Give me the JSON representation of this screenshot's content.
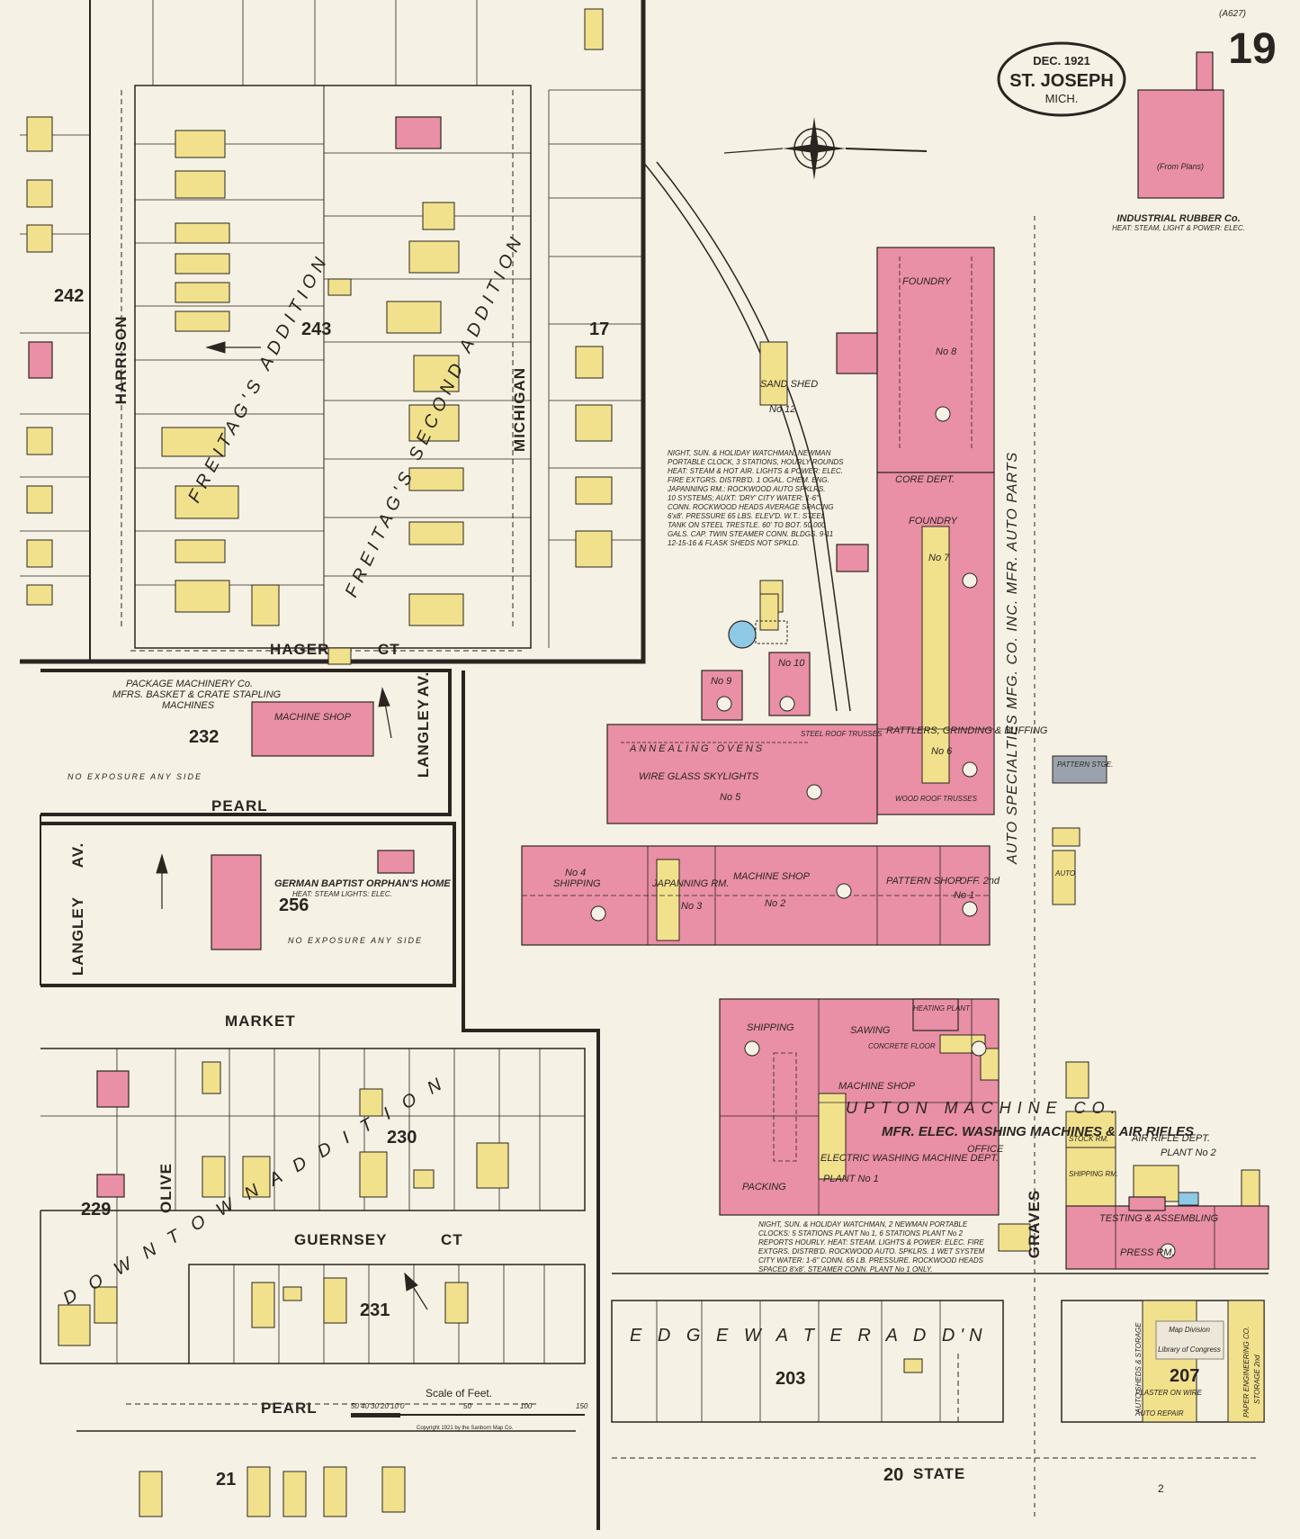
{
  "sheet": {
    "sheet_number": "19",
    "corner_code": "(A627)",
    "cartouche": {
      "date": "DEC. 1921",
      "city": "ST. JOSEPH",
      "state": "MICH."
    },
    "copyright": "Copyright 1921 by the Sanborn Map Co.",
    "bottom_number": "2",
    "library_stamp": {
      "line1": "Map Division",
      "line2": "Library of Congress"
    }
  },
  "streets": {
    "harrison": "HARRISON",
    "michigan": "MICHIGAN",
    "hager": "HAGER",
    "hager_ct": "CT",
    "pearl_upper": "PEARL",
    "pearl_lower": "PEARL",
    "langley_upper": "LANGLEY",
    "langley_upper_av": "AV.",
    "langley_lower": "LANGLEY",
    "langley_lower_av": "AV.",
    "market": "MARKET",
    "olive": "OLIVE",
    "guernsey": "GUERNSEY",
    "guernsey_ct": "CT",
    "graves": "GRAVES",
    "state": "STATE"
  },
  "additions": {
    "freitag": "FREITAG'S ADDITION",
    "freitag_second": "FREITAG'S SECOND ADDITION",
    "edgewater": "E D G E W A T E R   A D D'N",
    "downtown": "D O W N   T O W N   A D D I T I O N"
  },
  "block_numbers": {
    "b242": "242",
    "b243": "243",
    "b17": "17",
    "b232": "232",
    "b256": "256",
    "b230": "230",
    "b229": "229",
    "b231": "231",
    "b203": "203",
    "b207": "207",
    "b21": "21",
    "b20": "20"
  },
  "businesses": {
    "industrial_rubber": {
      "name": "INDUSTRIAL RUBBER Co.",
      "note": "HEAT: STEAM, LIGHT & POWER: ELEC.",
      "plan_note": "(From Plans)"
    },
    "package_machinery": {
      "name": "PACKAGE MACHINERY Co.",
      "line2": "MFRS. BASKET & CRATE STAPLING",
      "line3": "MACHINES",
      "building": "MACHINE SHOP",
      "exposure": "NO EXPOSURE ANY SIDE"
    },
    "orphans_home": {
      "name": "GERMAN BAPTIST ORPHAN'S HOME",
      "heat": "HEAT: STEAM   LIGHTS: ELEC.",
      "exposure": "NO EXPOSURE ANY SIDE"
    },
    "auto_specialties": {
      "name": "AUTO SPECIALTIES MFG. CO. INC. MFR. AUTO PARTS",
      "foundry8": "FOUNDRY",
      "no8": "No 8",
      "core": "CORE DEPT.",
      "foundry7": "FOUNDRY",
      "no7": "No 7",
      "rattlers": "RATTLERS, GRINDING & BUFFING",
      "no6": "No 6",
      "annealing": "ANNEALING OVENS",
      "skylights": "WIRE GLASS SKYLIGHTS",
      "no5": "No 5",
      "shipping": "SHIPPING",
      "no4": "No 4",
      "japanning": "JAPANNING RM.",
      "no3": "No 3",
      "machine_shop": "MACHINE SHOP",
      "no2": "No 2",
      "pattern_shop": "PATTERN SHOP",
      "off": "OFF. 2nd",
      "no1": "No 1",
      "sand_shed": "SAND SHED",
      "no12": "No 12",
      "no9": "No 9",
      "no10": "No 10",
      "steel_trusses": "STEEL ROOF TRUSSES",
      "wood_trusses": "WOOD ROOF TRUSSES",
      "notes": [
        "NIGHT, SUN. & HOLIDAY WATCHMAN, NEWMAN",
        "PORTABLE CLOCK, 3 STATIONS, HOURLY ROUNDS",
        "HEAT: STEAM & HOT AIR. LIGHTS & POWER: ELEC.",
        "FIRE EXTGRS. DISTRB'D. 1 OGAL. CHEM. ENG.",
        "JAPANNING RM.: ROCKWOOD AUTO SPKLRS.",
        "10 SYSTEMS; AUXT: 'DRY' CITY WATER: 1-6\"",
        "CONN. ROCKWOOD HEADS AVERAGE SPACING",
        "6'x8'. PRESSURE 65 LBS. ELEV'D. W.T.: STEEL",
        "TANK ON STEEL TRESTLE. 60' TO BOT. 50,000",
        "GALS. CAP. TWIN STEAMER CONN. BLDGS. 9-11",
        "12-15-16 & FLASK SHEDS NOT SPKLD."
      ]
    },
    "upton": {
      "name": "UPTON MACHINE CO.",
      "subtitle": "MFR. ELEC. WASHING MACHINES & AIR RIFLES",
      "shipping": "SHIPPING",
      "sawing": "SAWING",
      "concrete": "CONCRETE FLOOR",
      "machine_shop": "MACHINE SHOP",
      "washing_dept": "ELECTRIC WASHING MACHINE DEPT.",
      "plant1": "PLANT No 1",
      "packing": "PACKING",
      "office": "OFFICE",
      "heating": "HEATING PLANT",
      "air_rifle": "AIR RIFLE DEPT.",
      "plant2": "PLANT No 2",
      "stock": "STOCK RM.",
      "shipping2": "SHIPPING RM.",
      "testing": "TESTING & ASSEMBLING",
      "press": "PRESS RM.",
      "notes": [
        "NIGHT, SUN. & HOLIDAY WATCHMAN, 2 NEWMAN PORTABLE",
        "CLOCKS: 5 STATIONS PLANT No 1, 6 STATIONS PLANT No 2",
        "REPORTS HOURLY. HEAT: STEAM. LIGHTS & POWER: ELEC. FIRE",
        "EXTGRS. DISTRB'D. ROCKWOOD AUTO. SPKLRS. 1 WET SYSTEM",
        "CITY WATER: 1-6\" CONN. 65 LB. PRESSURE. ROCKWOOD HEADS",
        "SPACED 8'x8'. STEAMER CONN. PLANT No 1 ONLY."
      ]
    },
    "paper_eng": {
      "name": "PAPER ENGINEERING CO.",
      "line2": "STORAGE 2nd"
    },
    "auto_sheds": {
      "name": "AUTO SHEDS & STORAGE",
      "repair": "AUTO REPAIR",
      "plaster": "PLASTER ON WIRE"
    },
    "pattern_store": "PATTERN STGE.",
    "auto_label": "AUTO"
  },
  "scale": {
    "title": "Scale of Feet.",
    "ticks": [
      "50",
      "40",
      "30",
      "20",
      "10",
      "0",
      "50",
      "100",
      "150"
    ]
  },
  "colors": {
    "brick": "#e98fa6",
    "frame": "#f1e18c",
    "stone": "#9aa3ad",
    "water": "#8ecae6",
    "paper": "#f5f1e4",
    "ink": "#2a2520"
  }
}
